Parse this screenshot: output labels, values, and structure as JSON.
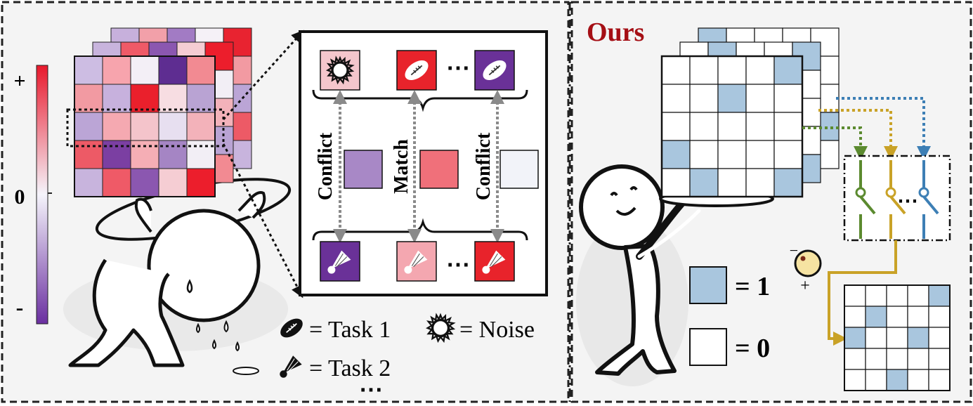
{
  "colorbar": {
    "plus_label": "+",
    "zero_label": "0",
    "minus_label": "-",
    "top_color": "#e8192c",
    "mid_color": "#f5f4fb",
    "bottom_color": "#6a2fa0"
  },
  "left_panel": {
    "heatmap_colors": [
      [
        "#cdbde3",
        "#f7a4ad",
        "#f3eff6",
        "#5e2d91",
        "#f28a92"
      ],
      [
        "#f29aa2",
        "#c7b1dd",
        "#ea202c",
        "#f7dde2",
        "#b9a3d3"
      ],
      [
        "#bba5d6",
        "#f5a9b1",
        "#f4c4cb",
        "#e7dff0",
        "#f3b2ba"
      ],
      [
        "#ed5a66",
        "#7b3fa2",
        "#f5aeb5",
        "#a585c4",
        "#f2eef5"
      ],
      [
        "#c8b4dd",
        "#ef5a67",
        "#8b57b0",
        "#f5cdd3",
        "#ec1e2c"
      ]
    ],
    "back_layer_colors": [
      "#c7b0dc",
      "#f2a0a9",
      "#a27bc4",
      "#f5f1f7",
      "#e82330"
    ],
    "zoom_panel": {
      "conflict_left": "Conflict",
      "match": "Match",
      "conflict_right": "Conflict",
      "ellipsis_top": "⋯",
      "ellipsis_bottom": "⋯",
      "top_tiles": [
        {
          "icon": "noise",
          "bg": "#f4c6cc"
        },
        {
          "icon": "football",
          "bg": "#e8232b"
        },
        {
          "icon": "football",
          "bg": "#6a3198"
        }
      ],
      "mid_squares": [
        "#a888c6",
        "#f0707a",
        "#f2f3f9"
      ],
      "bottom_tiles": [
        {
          "icon": "shuttlecock",
          "bg": "#6a3198"
        },
        {
          "icon": "shuttlecock",
          "bg": "#f4a7b0"
        },
        {
          "icon": "shuttlecock",
          "bg": "#e8232b"
        }
      ]
    },
    "legend": {
      "task1": "= Task 1",
      "noise": "= Noise",
      "task2": "= Task 2",
      "ellipsis": "⋯"
    }
  },
  "right_panel": {
    "title": "Ours",
    "title_color": "#a50f15",
    "mask_color": "#a9c6de",
    "front_mask": [
      [
        0,
        0,
        0,
        0,
        1
      ],
      [
        0,
        0,
        1,
        0,
        0
      ],
      [
        0,
        0,
        0,
        0,
        0
      ],
      [
        1,
        0,
        0,
        0,
        0
      ],
      [
        0,
        1,
        0,
        0,
        1
      ]
    ],
    "output_mask": [
      [
        0,
        0,
        0,
        0,
        1
      ],
      [
        0,
        1,
        0,
        0,
        0
      ],
      [
        1,
        0,
        0,
        1,
        0
      ],
      [
        0,
        0,
        0,
        0,
        0
      ],
      [
        0,
        0,
        1,
        0,
        0
      ]
    ],
    "switch_colors": [
      "#5b8a2f",
      "#c9a227",
      "#3d7fb5"
    ],
    "switch_ellipsis": "⋯",
    "legend_one": "= 1",
    "legend_zero": "= 0",
    "toggle_minus": "−",
    "toggle_plus": "+"
  }
}
